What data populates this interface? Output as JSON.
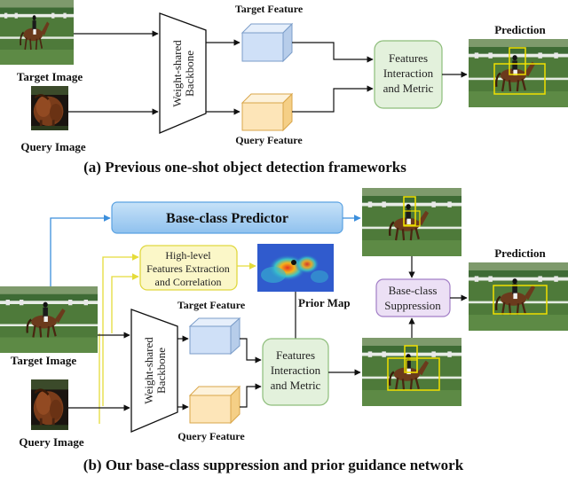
{
  "top": {
    "target_image_label": "Target Image",
    "query_image_label": "Query Image",
    "backbone_line1": "Weight-shared",
    "backbone_line2": "Backbone",
    "target_feature_label": "Target Feature",
    "query_feature_label": "Query Feature",
    "interaction_line1": "Features",
    "interaction_line2": "Interaction",
    "interaction_line3": "and Metric",
    "prediction_label": "Prediction",
    "caption": "(a) Previous one-shot object detection frameworks"
  },
  "bottom": {
    "base_class_predictor": "Base-class Predictor",
    "highlevel_line1": "High-level",
    "highlevel_line2": "Features Extraction",
    "highlevel_line3": "and Correlation",
    "prior_map_label": "Prior Map",
    "target_feature_label": "Target Feature",
    "query_feature_label": "Query Feature",
    "target_image_label": "Target Image",
    "query_image_label": "Query Image",
    "backbone_line1": "Weight-shared",
    "backbone_line2": "Backbone",
    "interaction_line1": "Features",
    "interaction_line2": "Interaction",
    "interaction_line3": "and Metric",
    "suppression_line1": "Base-class",
    "suppression_line2": "Suppression",
    "prediction_label": "Prediction",
    "caption": "(b) Our base-class suppression and prior guidance network"
  },
  "colors": {
    "feature_blue": "#cfe0f7",
    "feature_orange": "#fde5b8",
    "interaction_green": "#e3f1dc",
    "predictor_blue": "#a7cff2",
    "highlevel_yellow": "#fbf7c8",
    "suppression_purple": "#ece0f5",
    "arrow_blue": "#3c8fdc",
    "arrow_yellow": "#e5dc3a",
    "bbox_yellow": "#f0e000"
  }
}
